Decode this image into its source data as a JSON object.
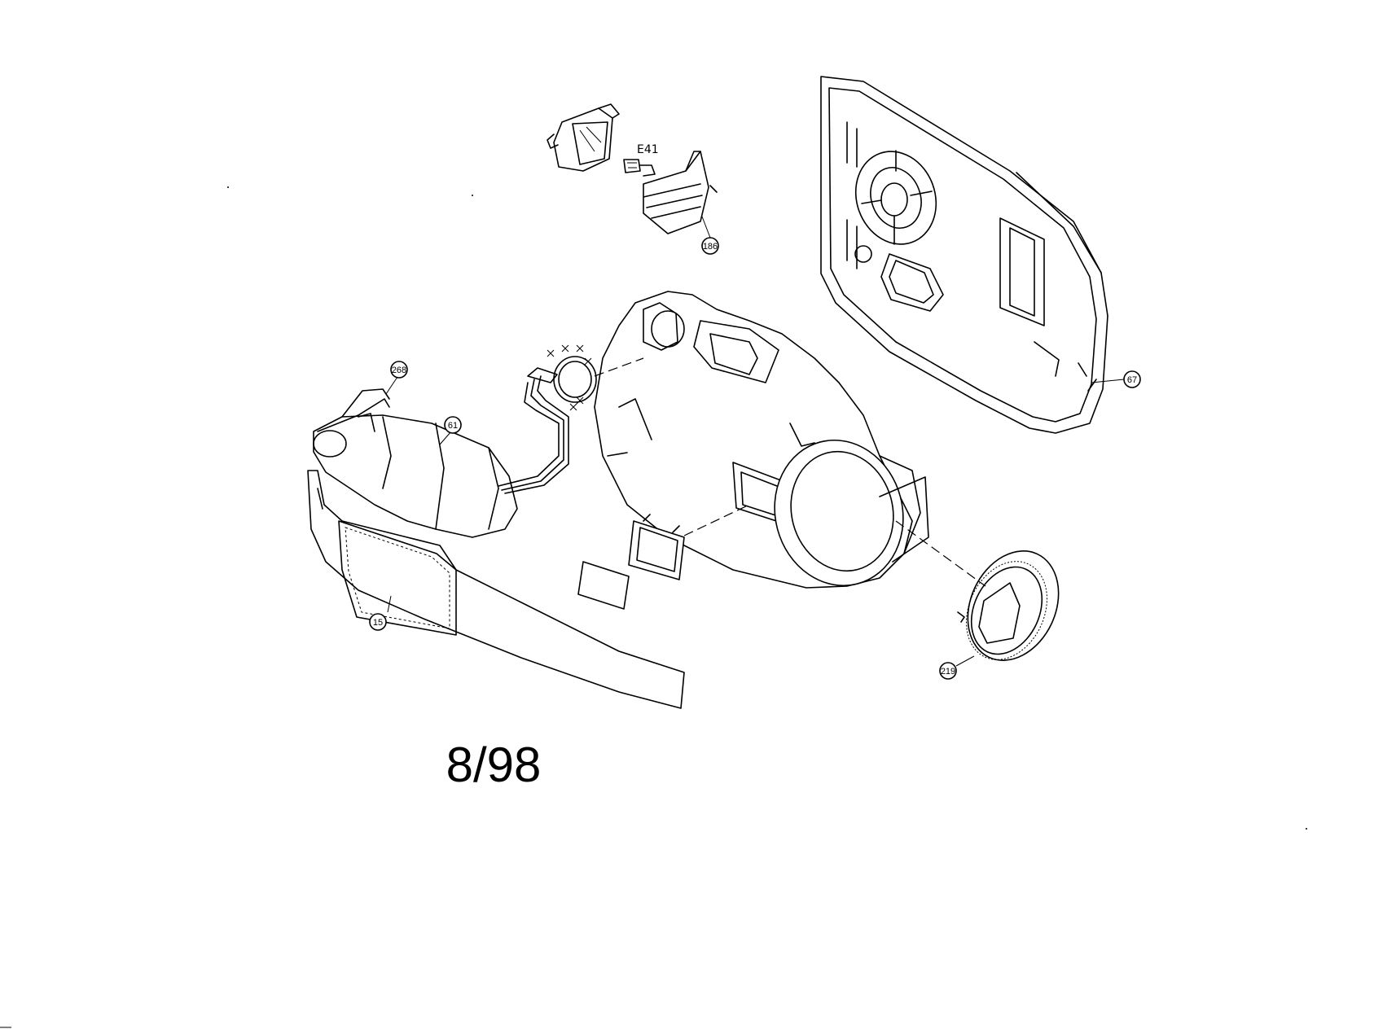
{
  "diagram": {
    "component_label": "E41",
    "revision": "8/98",
    "callouts": [
      "186",
      "67",
      "268",
      "61",
      "15",
      "219"
    ]
  }
}
